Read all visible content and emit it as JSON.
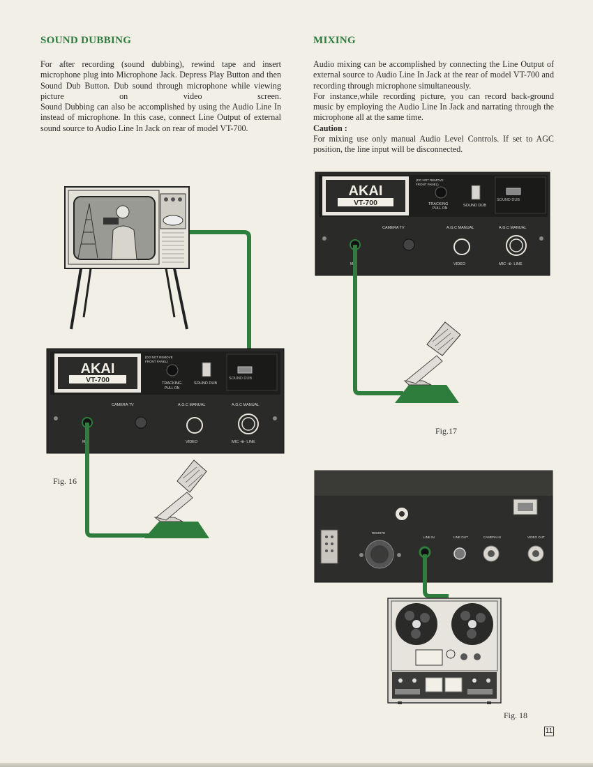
{
  "left": {
    "heading": "SOUND DUBBING",
    "paragraphs": [
      "For after recording (sound dubbing), rewind tape and insert microphone plug into Microphone Jack. Depress Play Button and then Sound Dub Button. Dub sound through microphone while viewing picture on video screen.",
      "Sound Dubbing can also be accomplished by using the Audio Line In instead of microphone. In this case, connect Line Output of external sound source to Audio Line In Jack on rear of model VT-700."
    ]
  },
  "right": {
    "heading": "MIXING",
    "paragraphs": [
      "Audio mixing can be accomplished by connecting the Line Output of external source to Audio Line In Jack at the rear of model VT-700 and recording through microphone simultaneously.",
      "For instance,while recording picture, you can record back-ground music by employing the Audio Line In Jack and narrating through the microphone all at the same time."
    ],
    "caution_label": "Caution :",
    "caution_text": "For mixing use only manual Audio Level Controls. If set to AGC position, the line input will be disconnected."
  },
  "panel": {
    "brand": "AKAI",
    "model": "VT-700",
    "remote_note_1": "(DO NOT REMOVE",
    "remote_note_2": "FRONT PANEL)",
    "tracking": "TRACKING",
    "pull_on": "PULL ON",
    "sound_dub": "SOUND DUB",
    "sound_dub_indicator": "SOUND DUB",
    "camera_tv": "CAMERA TV",
    "agc_manual_1": "A.G.C MANUAL",
    "agc_manual_2": "A.G.C MANUAL",
    "mic": "MIC",
    "video": "VIDEO",
    "mic_line": "MIC -⊕- LINE"
  },
  "rear": {
    "remote": "REMOTE",
    "line_in": "LINE IN",
    "line_out": "LINE OUT",
    "camera_in": "CAMERA IN",
    "video_out": "VIDEO OUT"
  },
  "figures": {
    "fig16": "Fig. 16",
    "fig17": "Fig.17",
    "fig18": "Fig. 18"
  },
  "page_number": "11",
  "colors": {
    "heading": "#2d7a3e",
    "cable": "#2e7d3c",
    "panel": "#2a2a28",
    "paper": "#f2f0e6"
  }
}
